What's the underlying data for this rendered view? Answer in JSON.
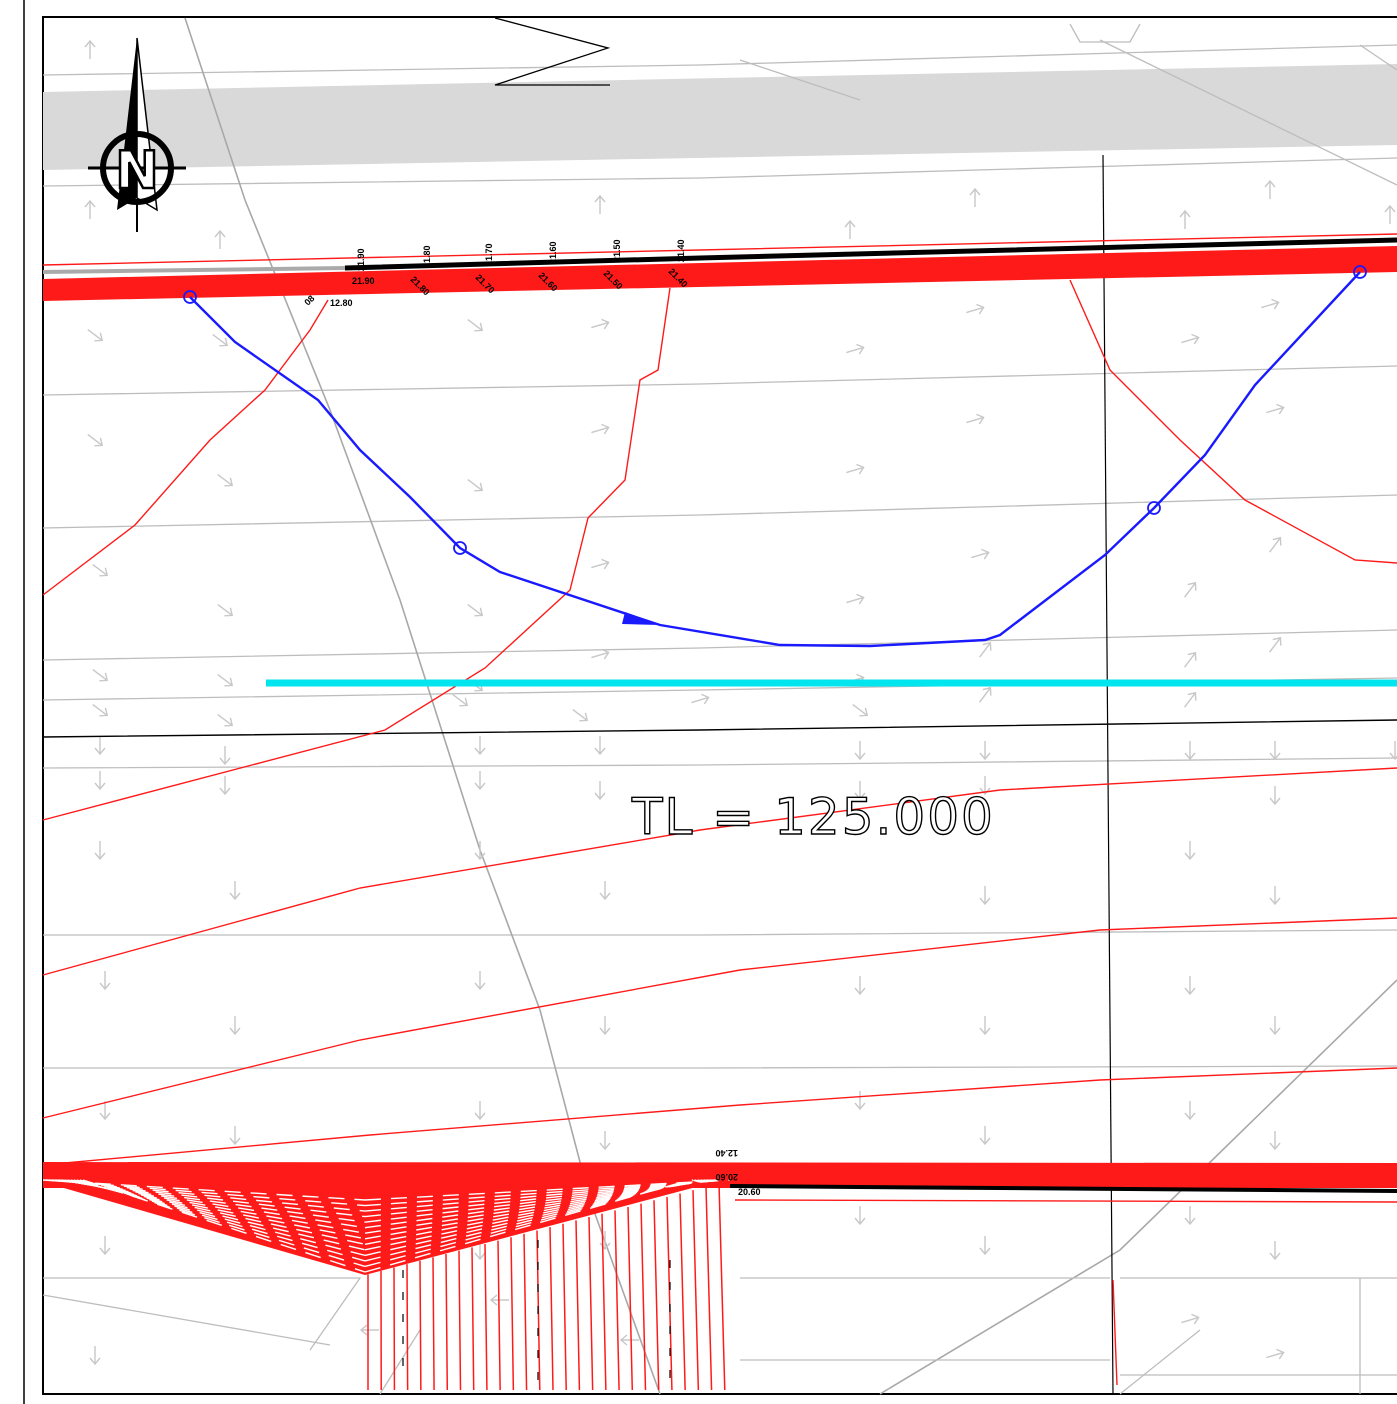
{
  "drawing": {
    "north_label": "N",
    "total_length_label": "TL = 125.000",
    "elevations": {
      "top": [
        "21.90",
        "21.90",
        "21.80",
        "21.80",
        "21.70",
        "21.70",
        "21.60",
        "21.60",
        "21.50",
        "21.50",
        "21.40",
        "21.40",
        "12.80",
        "08"
      ],
      "bottom": [
        "12.40",
        "20.60",
        "20.60"
      ]
    },
    "colors": {
      "curb": "#ff1a1a",
      "flow_path": "#1a1aff",
      "centerline": "#00e5ee",
      "road": "#d9d9d9"
    }
  }
}
